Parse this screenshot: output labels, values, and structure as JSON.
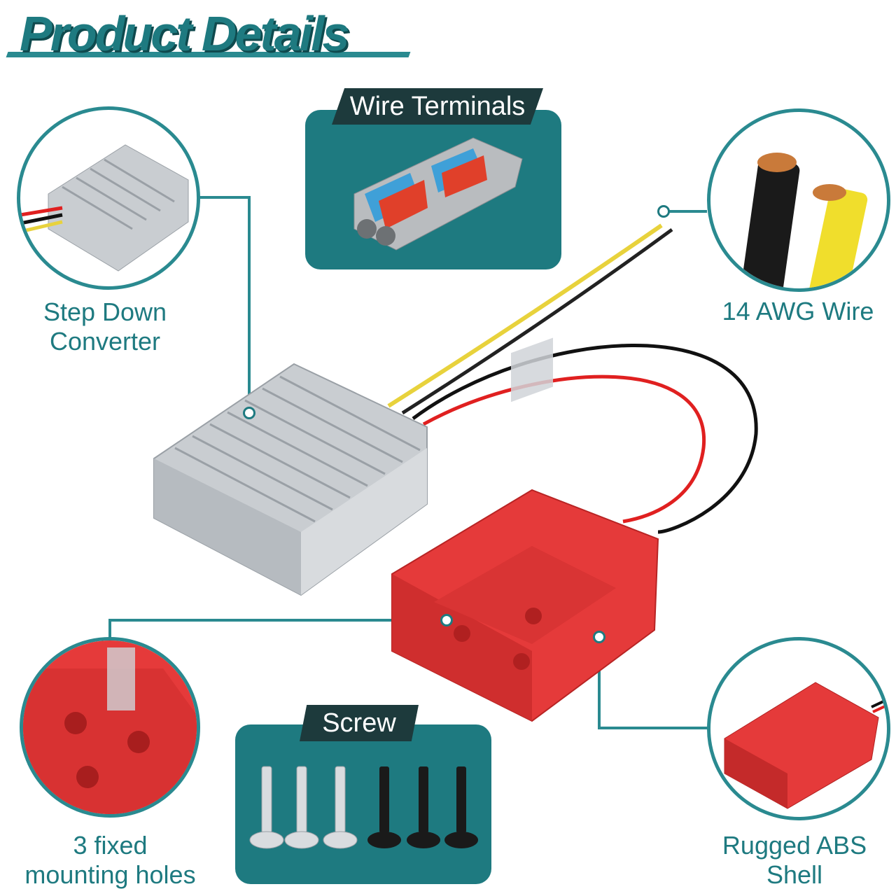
{
  "header": {
    "title": "Product Details"
  },
  "callouts": {
    "converter": "Step Down Converter",
    "wire": "14 AWG Wire",
    "holes_line1": "3 fixed",
    "holes_line2": "mounting holes",
    "shell_line1": "Rugged ABS",
    "shell_line2": "Shell"
  },
  "panels": {
    "terminals": "Wire Terminals",
    "screw": "Screw"
  },
  "colors": {
    "accent": "#1e7a80",
    "dark_tag": "#1d3a3c",
    "adapter_red": "#e53a3a",
    "aluminum": "#c9cdd1"
  }
}
